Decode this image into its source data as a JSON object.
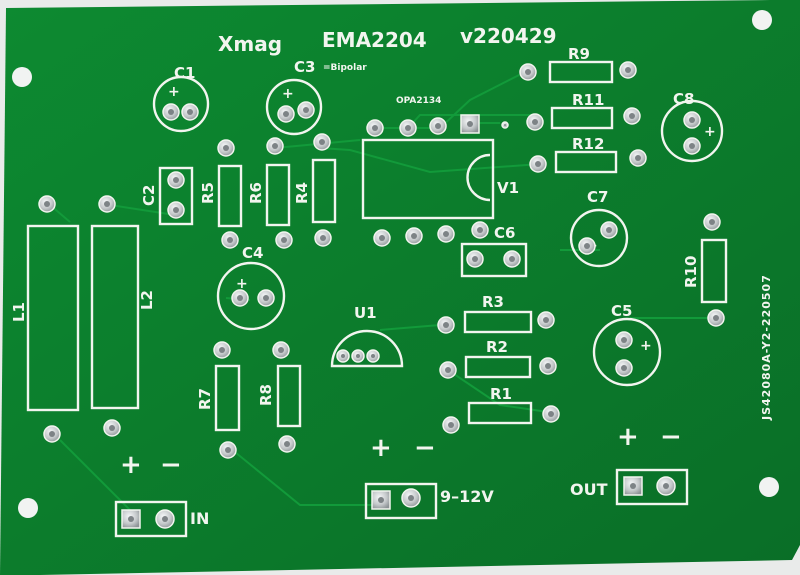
{
  "board": {
    "title_left": "Xmag",
    "title_mid": "EMA2204",
    "title_right": "v220429",
    "ic_name": "OPA2134",
    "bipolar_note": "=Bipolar",
    "side_code": "JS42080A-Y2-220507",
    "label_in": "IN",
    "label_power": "9–12V",
    "label_out": "OUT",
    "plus": "+",
    "minus": "−"
  },
  "refs": {
    "c1": "C1",
    "c2": "C2",
    "c3": "C3",
    "c4": "C4",
    "c5": "C5",
    "c6": "C6",
    "c7": "C7",
    "c8": "C8",
    "r1": "R1",
    "r2": "R2",
    "r3": "R3",
    "r4": "R4",
    "r5": "R5",
    "r6": "R6",
    "r7": "R7",
    "r8": "R8",
    "r9": "R9",
    "r10": "R10",
    "r11": "R11",
    "r12": "R12",
    "l1": "L1",
    "l2": "L2",
    "u1": "U1",
    "v1": "V1"
  },
  "colors": {
    "board_green": "#0c7a2c",
    "board_dark": "#06611f",
    "silkscreen": "#f2f5ef",
    "pad_silver": "#c9cdcf",
    "background": "#eceeec"
  }
}
